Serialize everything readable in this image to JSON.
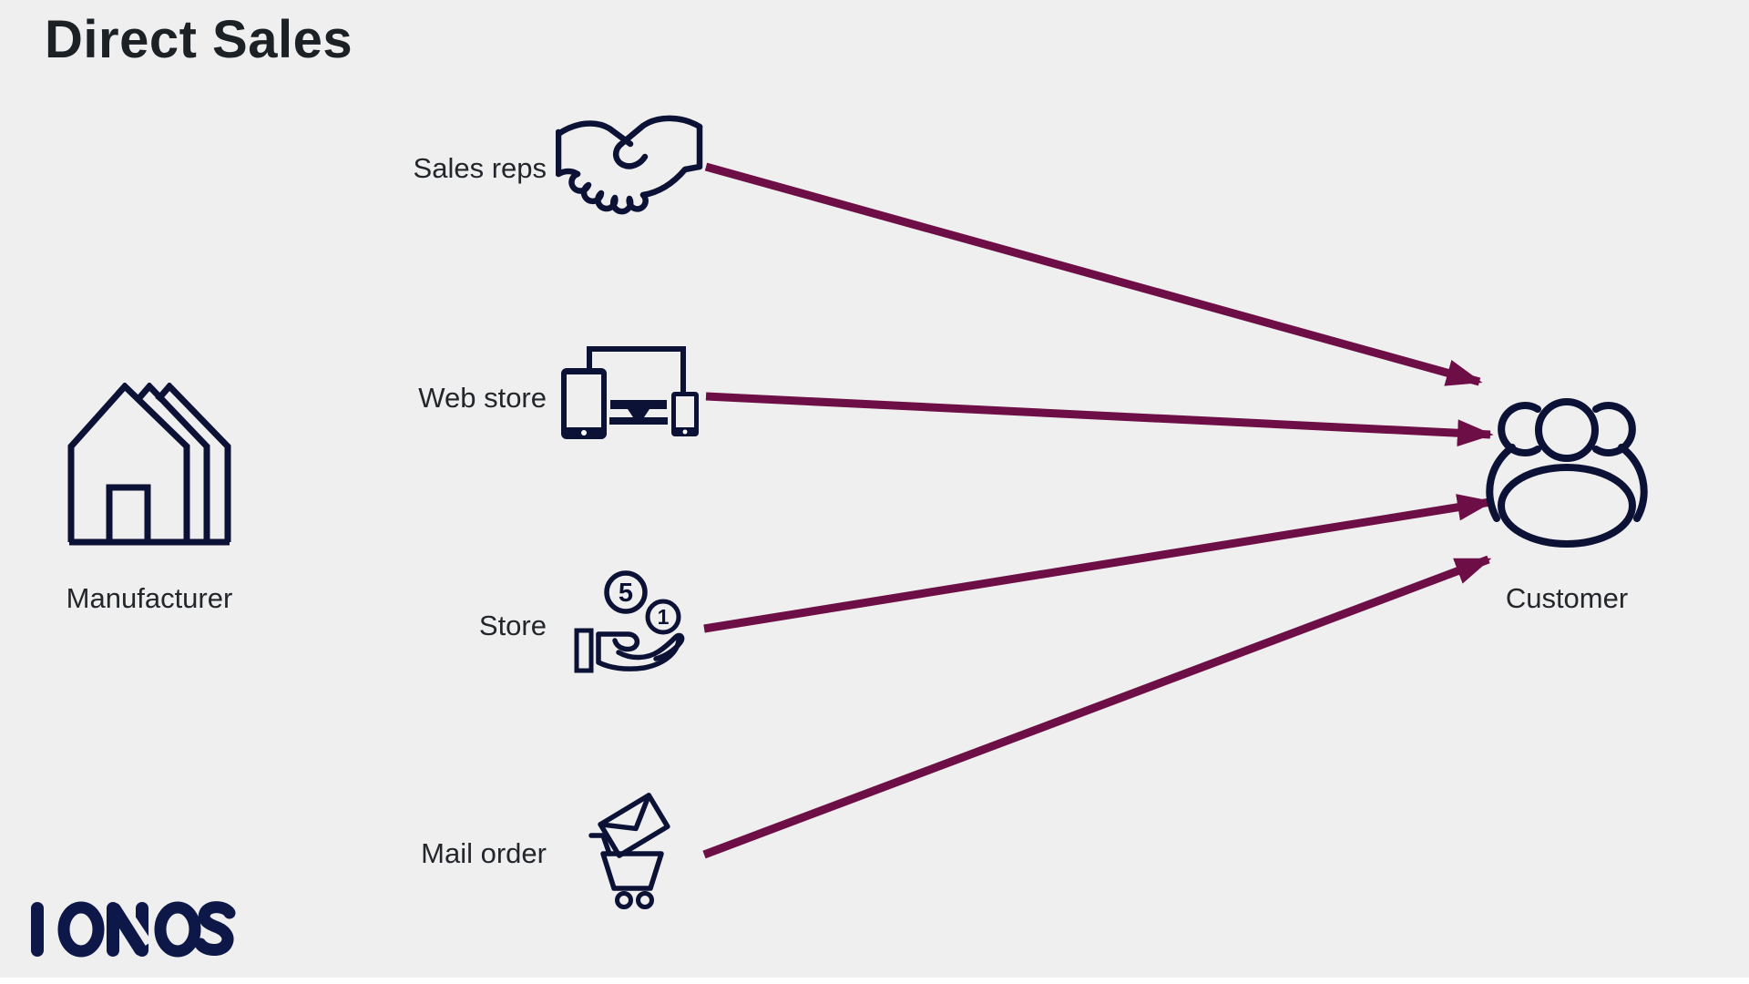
{
  "title": "Direct Sales",
  "manufacturer": {
    "label": "Manufacturer"
  },
  "customer": {
    "label": "Customer"
  },
  "channels": [
    {
      "label": "Sales reps",
      "icon": "handshake-icon"
    },
    {
      "label": "Web store",
      "icon": "devices-icon"
    },
    {
      "label": "Store",
      "icon": "hand-receiving-coins-icon"
    },
    {
      "label": "Mail order",
      "icon": "cart-with-envelope-icon"
    }
  ],
  "store_icon_coins": {
    "large_coin_value": "5",
    "small_coin_value": "1"
  },
  "branding": {
    "logo_text": "IONOS"
  },
  "colors": {
    "background": "#efefef",
    "icon_navy": "#0c1136",
    "arrow_maroon": "#6e0e46",
    "logo_navy": "#0d1848",
    "title_text": "#1c2126",
    "label_text": "#23272b"
  }
}
